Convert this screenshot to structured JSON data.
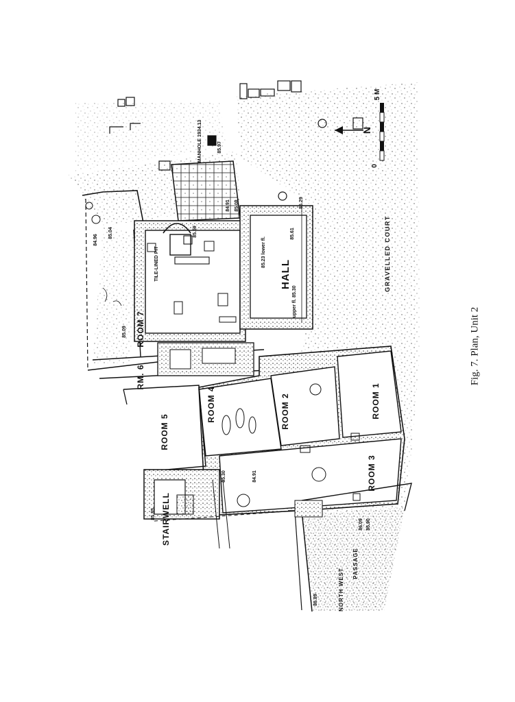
{
  "caption": "Fig. 7. Plan, Unit 2",
  "rooms": {
    "hall": "HALL",
    "room1": "ROOM 1",
    "room2": "ROOM 2",
    "room3": "ROOM 3",
    "room4": "ROOM 4",
    "room5": "ROOM 5",
    "rm6": "RM. 6",
    "room7": "ROOM 7",
    "stairwell": "STAIRWELL",
    "gravelled_court": "GRAVELLED COURT",
    "passage_1": "NORTH WEST",
    "passage_2": "PASSAGE"
  },
  "features": {
    "manhole": "MANHOLE 1934.13",
    "tile_pit": "TILE-LINED PIT",
    "upper_fl": "upper fl. 85.30",
    "lower_fl": "85.23 lower fl."
  },
  "elevations": {
    "e1": "84.96",
    "e2": "85.04",
    "e3": "85.09",
    "e4": "85.59",
    "e5": "84.91",
    "e6": "85.08",
    "e7": "85.97",
    "e8": "86.29",
    "e9": "85.61",
    "e10": "85.30",
    "e11": "84.91",
    "e12": "85.85",
    "e13": "86.09",
    "e14": "85.90",
    "e15": "85.89"
  },
  "scale": {
    "zero": "0",
    "five": "5 M",
    "north": "N"
  }
}
